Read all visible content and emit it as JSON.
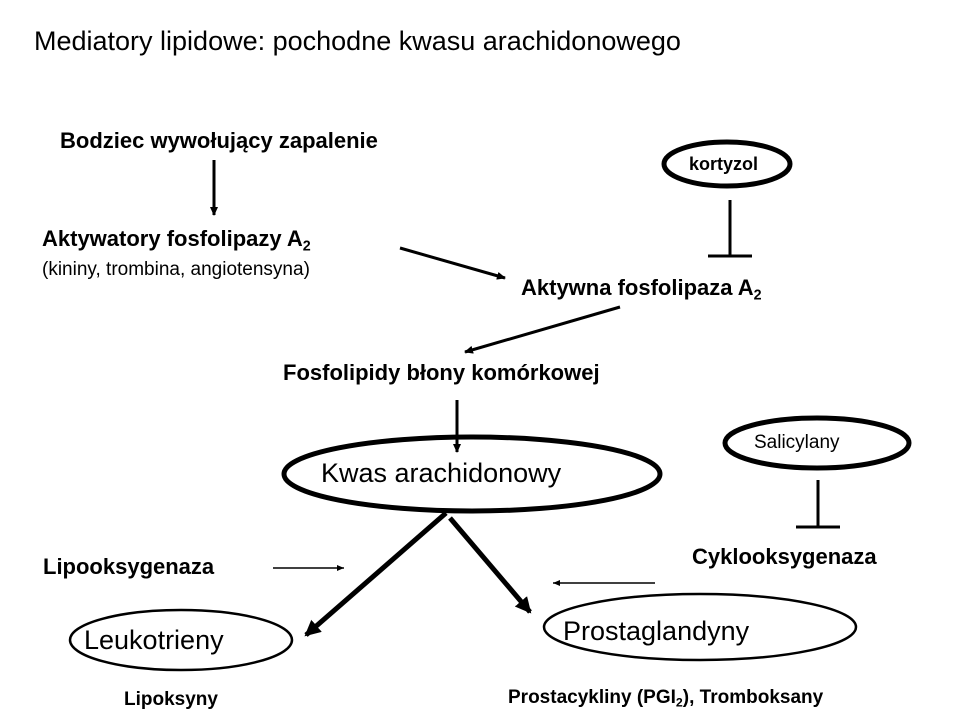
{
  "title": "Mediatory lipidowe: pochodne kwasu arachidonowego",
  "nodes": {
    "stimulus": "Bodziec wywołujący zapalenie",
    "activators": {
      "text": "Aktywatory fosfolipazy A",
      "sub": "2"
    },
    "activators_examples": "(kininy, trombina, angiotensyna)",
    "cortisol": "kortyzol",
    "active_pla2": {
      "text": "Aktywna fosfolipaza A",
      "sub": "2"
    },
    "phospholipids": "Fosfolipidy błony komórkowej",
    "arachidonic_acid": "Kwas arachidonowy",
    "salicylates": "Salicylany",
    "lipoxygenase": "Lipooksygenaza",
    "cyclooxygenase": "Cyklooksygenaza",
    "leukotrienes": "Leukotrieny",
    "prostaglandins": "Prostaglandyny",
    "lipoxins": "Lipoksyny",
    "prostacyclins": {
      "pre": "Prostacykliny (PGI",
      "sub": "2",
      "post": "), Tromboksany"
    }
  }
}
